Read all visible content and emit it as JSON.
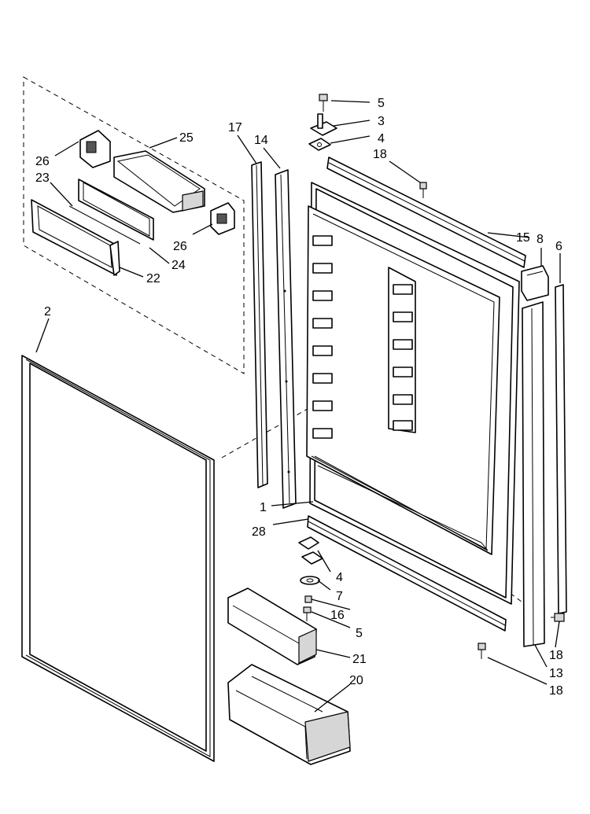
{
  "diagram": {
    "type": "exploded-parts-diagram",
    "callouts": [
      {
        "id": "c-5-top",
        "label": "5"
      },
      {
        "id": "c-3",
        "label": "3"
      },
      {
        "id": "c-4-top",
        "label": "4"
      },
      {
        "id": "c-18-top",
        "label": "18"
      },
      {
        "id": "c-15",
        "label": "15"
      },
      {
        "id": "c-8",
        "label": "8"
      },
      {
        "id": "c-6",
        "label": "6"
      },
      {
        "id": "c-17",
        "label": "17"
      },
      {
        "id": "c-14",
        "label": "14"
      },
      {
        "id": "c-25",
        "label": "25"
      },
      {
        "id": "c-26-left",
        "label": "26"
      },
      {
        "id": "c-23",
        "label": "23"
      },
      {
        "id": "c-26-right",
        "label": "26"
      },
      {
        "id": "c-24",
        "label": "24"
      },
      {
        "id": "c-22",
        "label": "22"
      },
      {
        "id": "c-2",
        "label": "2"
      },
      {
        "id": "c-1",
        "label": "1"
      },
      {
        "id": "c-28",
        "label": "28"
      },
      {
        "id": "c-4-bottom",
        "label": "4"
      },
      {
        "id": "c-7",
        "label": "7"
      },
      {
        "id": "c-16",
        "label": "16"
      },
      {
        "id": "c-5-bottom",
        "label": "5"
      },
      {
        "id": "c-21",
        "label": "21"
      },
      {
        "id": "c-20",
        "label": "20"
      },
      {
        "id": "c-18-right",
        "label": "18"
      },
      {
        "id": "c-13",
        "label": "13"
      },
      {
        "id": "c-18-bottom",
        "label": "18"
      }
    ]
  }
}
